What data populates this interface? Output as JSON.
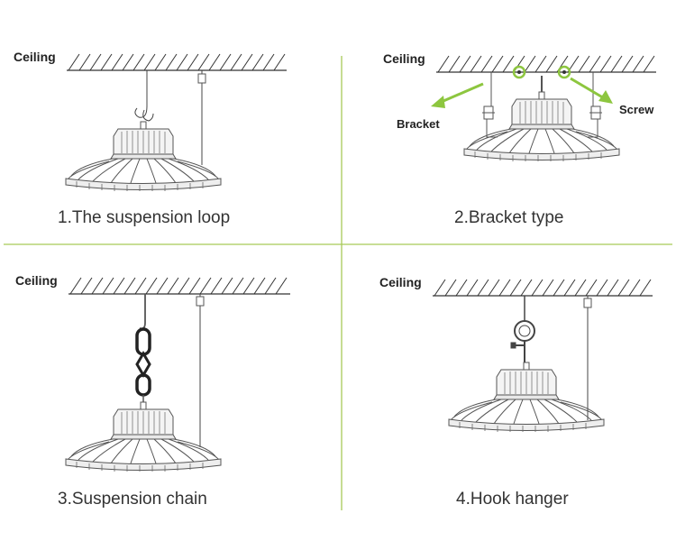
{
  "colors": {
    "divider": "#a7c957",
    "highlight": "#8dc63f",
    "ink": "#333333",
    "lamp": "#555555"
  },
  "panels": [
    {
      "ceiling_label": "Ceiling",
      "caption": "1.The suspension loop"
    },
    {
      "ceiling_label": "Ceiling",
      "caption": "2.Bracket type",
      "annotations": {
        "bracket": "Bracket",
        "screw": "Screw"
      }
    },
    {
      "ceiling_label": "Ceiling",
      "caption": "3.Suspension chain"
    },
    {
      "ceiling_label": "Ceiling",
      "caption": "4.Hook hanger"
    }
  ]
}
